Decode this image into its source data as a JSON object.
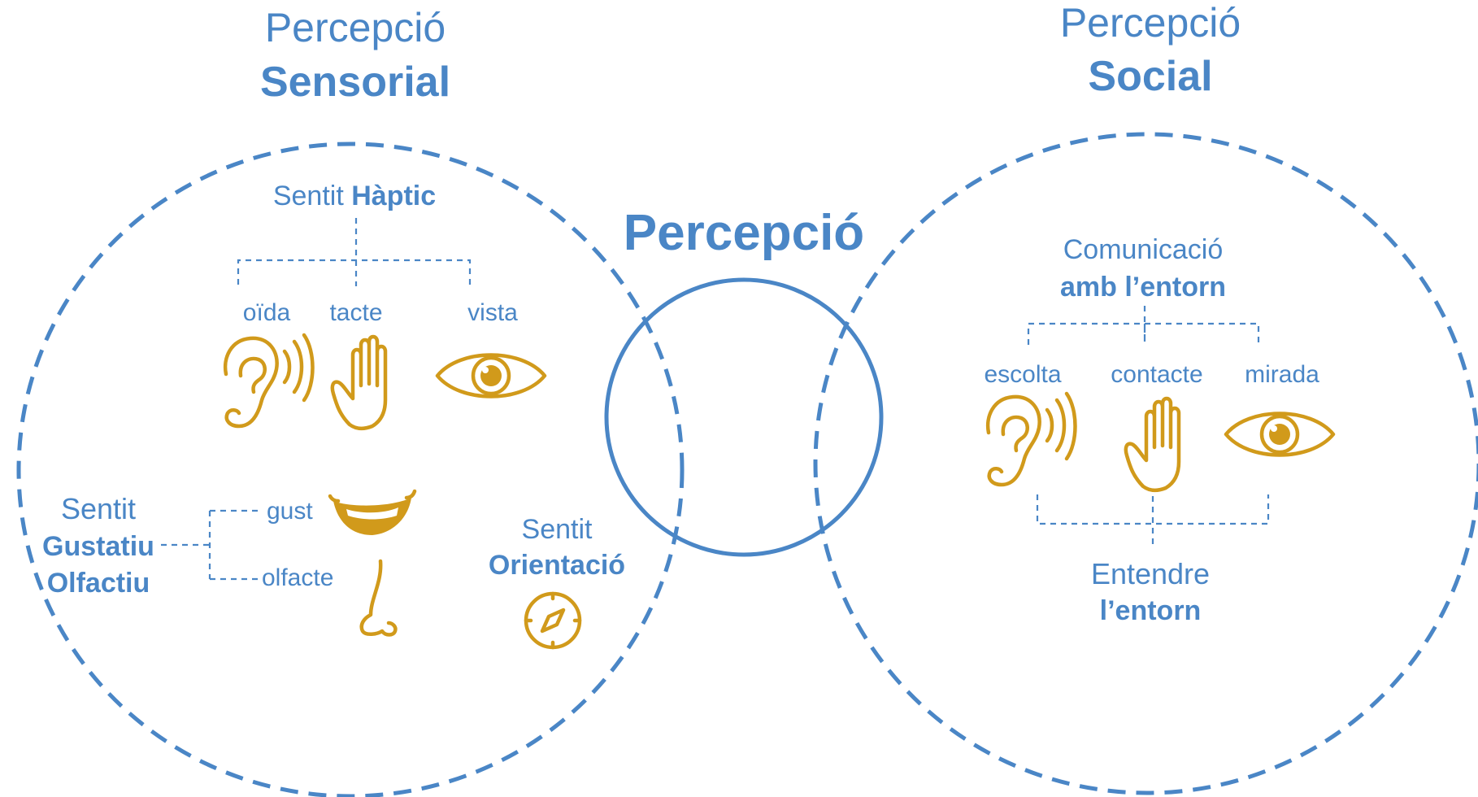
{
  "colors": {
    "blue": "#4a86c6",
    "gold": "#d19a1b"
  },
  "left": {
    "title_light": "Percepció",
    "title_bold": "Sensorial",
    "haptic": {
      "light": "Sentit",
      "bold": "Hàptic"
    },
    "senses": [
      "oïda",
      "tacte",
      "vista"
    ],
    "gustatory": {
      "light": "Sentit",
      "bold1": "Gustatiu",
      "bold2": "Olfactiu"
    },
    "gust": "gust",
    "olfacte": "olfacte",
    "orientation": {
      "light": "Sentit",
      "bold": "Orientació"
    }
  },
  "center": {
    "title": "Percepció"
  },
  "right": {
    "title_light": "Percepció",
    "title_bold": "Social",
    "comm_light": "Comunicació",
    "comm_bold": "amb l’entorn",
    "senses": [
      "escolta",
      "contacte",
      "mirada"
    ],
    "understand_light": "Entendre",
    "understand_bold": "l’entorn"
  },
  "icons": [
    "ear-icon",
    "hand-icon",
    "eye-icon",
    "mouth-icon",
    "nose-icon",
    "compass-icon"
  ]
}
